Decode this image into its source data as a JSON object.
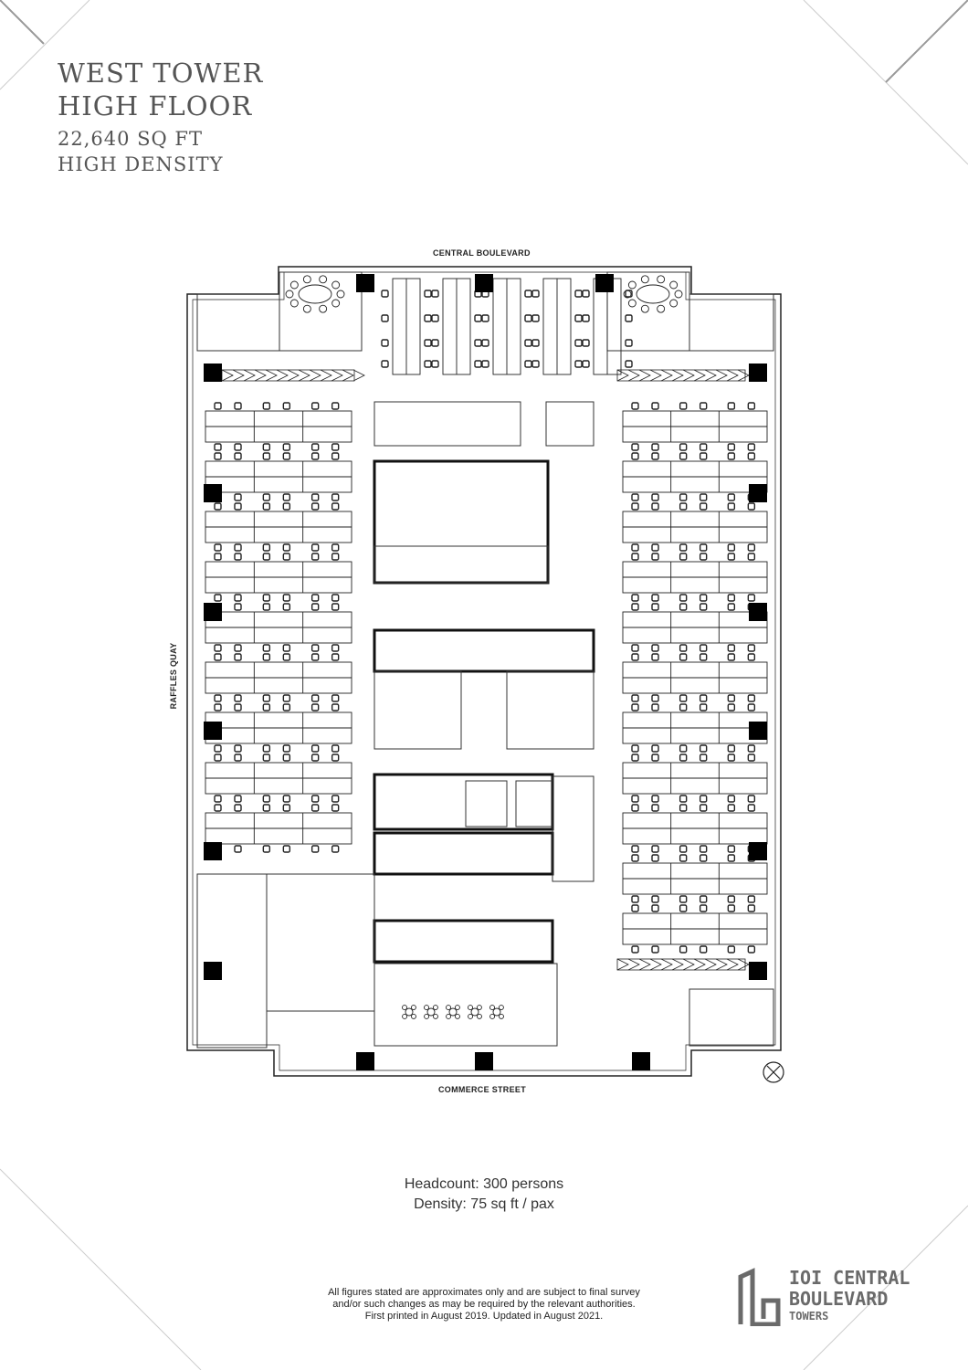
{
  "header": {
    "title_line1": "WEST TOWER",
    "title_line2": "HIGH FLOOR",
    "area": "22,640 SQ FT",
    "layout_type": "HIGH DENSITY"
  },
  "plan": {
    "road_north": "CENTRAL BOULEVARD",
    "road_west": "RAFFLES QUAY",
    "road_south": "COMMERCE STREET"
  },
  "stats": {
    "headcount": "Headcount: 300 persons",
    "density": "Density: 75 sq ft / pax"
  },
  "disclaimer": {
    "line1": "All figures stated are approximates only and are subject to final survey",
    "line2": "and/or such changes as may be required by the relevant authorities.",
    "line3": "First printed in August 2019. Updated in August 2021."
  },
  "logo": {
    "line1": "IOI CENTRAL",
    "line2": "BOULEVARD",
    "line3": "TOWERS"
  },
  "colors": {
    "text": "#555555",
    "line": "#222222",
    "deco": "#bdbdbd"
  }
}
